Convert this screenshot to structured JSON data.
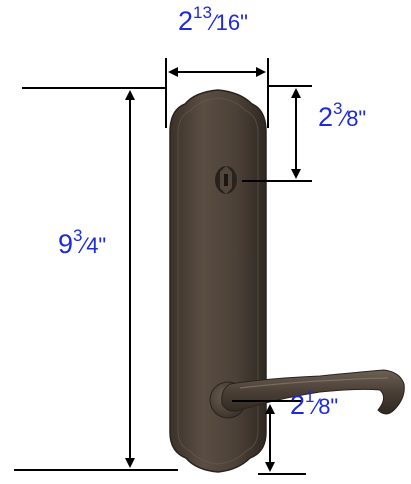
{
  "dimensions": {
    "width": {
      "whole": "2",
      "num": "13",
      "slash": "⁄",
      "den": "16\""
    },
    "keyhole": {
      "whole": "2",
      "num": "3",
      "slash": "⁄",
      "den": "8\""
    },
    "height": {
      "whole": "9",
      "num": "3",
      "slash": "⁄",
      "den": "4\""
    },
    "lever": {
      "whole": "2",
      "num": "1",
      "slash": "⁄",
      "den": "8\""
    }
  },
  "colors": {
    "dimension_text": "#1f2bd6",
    "dimension_lines": "#000000",
    "plate": "#4a3f35",
    "plate_highlight": "#6b5e52"
  }
}
